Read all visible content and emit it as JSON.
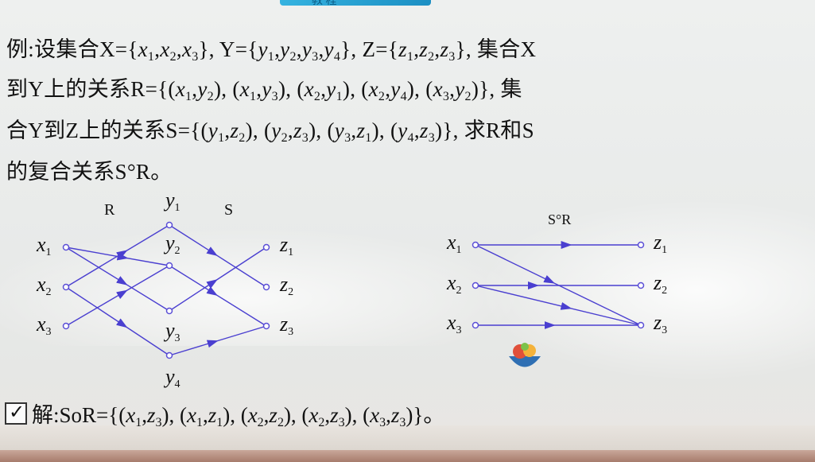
{
  "header_tab": "教 程",
  "problem": {
    "line1": [
      "例:设集合X={",
      "x",
      "1",
      ",",
      "x",
      "2",
      ",",
      "x",
      "3",
      "}, Y={",
      "y",
      "1",
      ",",
      "y",
      "2",
      ",",
      "y",
      "3",
      ",",
      "y",
      "4",
      "}, Z={",
      "z",
      "1",
      ",",
      "z",
      "2",
      ",",
      "z",
      "3",
      "}, 集合X"
    ],
    "line2": [
      "到Y上的关系R={(",
      "x",
      "1",
      ",",
      "y",
      "2",
      "), (",
      "x",
      "1",
      ",",
      "y",
      "3",
      "), (",
      "x",
      "2",
      ",",
      "y",
      "1",
      "), (",
      "x",
      "2",
      ",",
      "y",
      "4",
      "), (",
      "x",
      "3",
      ",",
      "y",
      "2",
      ")}, 集"
    ],
    "line3": [
      "合Y到Z上的关系S={(",
      "y",
      "1",
      ",",
      "z",
      "2",
      "), (",
      "y",
      "2",
      ",",
      "z",
      "3",
      "), (",
      "y",
      "3",
      ",",
      "z",
      "1",
      "), (",
      "y",
      "4",
      ",",
      "z",
      "3",
      ")}, 求R和S"
    ],
    "line4": [
      "的复合关系S°R。"
    ]
  },
  "diagram_left": {
    "label_R": "R",
    "label_S": "S",
    "x_nodes": [
      {
        "v": "x",
        "s": "1"
      },
      {
        "v": "x",
        "s": "2"
      },
      {
        "v": "x",
        "s": "3"
      }
    ],
    "y_nodes": [
      {
        "v": "y",
        "s": "1"
      },
      {
        "v": "y",
        "s": "2"
      },
      {
        "v": "y",
        "s": "3"
      },
      {
        "v": "y",
        "s": "4"
      }
    ],
    "z_nodes": [
      {
        "v": "z",
        "s": "1"
      },
      {
        "v": "z",
        "s": "2"
      },
      {
        "v": "z",
        "s": "3"
      }
    ]
  },
  "diagram_right": {
    "label": "S°R",
    "x_nodes": [
      {
        "v": "x",
        "s": "1"
      },
      {
        "v": "x",
        "s": "2"
      },
      {
        "v": "x",
        "s": "3"
      }
    ],
    "z_nodes": [
      {
        "v": "z",
        "s": "1"
      },
      {
        "v": "z",
        "s": "2"
      },
      {
        "v": "z",
        "s": "3"
      }
    ]
  },
  "solution": [
    "解:SoR={(",
    "x",
    "1",
    ",",
    "z",
    "3",
    "), (",
    "x",
    "1",
    ",",
    "z",
    "1",
    "), (",
    "x",
    "2",
    ",",
    "z",
    "2",
    "), (",
    "x",
    "2",
    ",",
    "z",
    "3",
    "), (",
    "x",
    "3",
    ",",
    "z",
    "3",
    ")}。"
  ],
  "colors": {
    "edge": "#4a3fd0",
    "node": "#5b4fd6",
    "tab": "#1c8fc3"
  }
}
